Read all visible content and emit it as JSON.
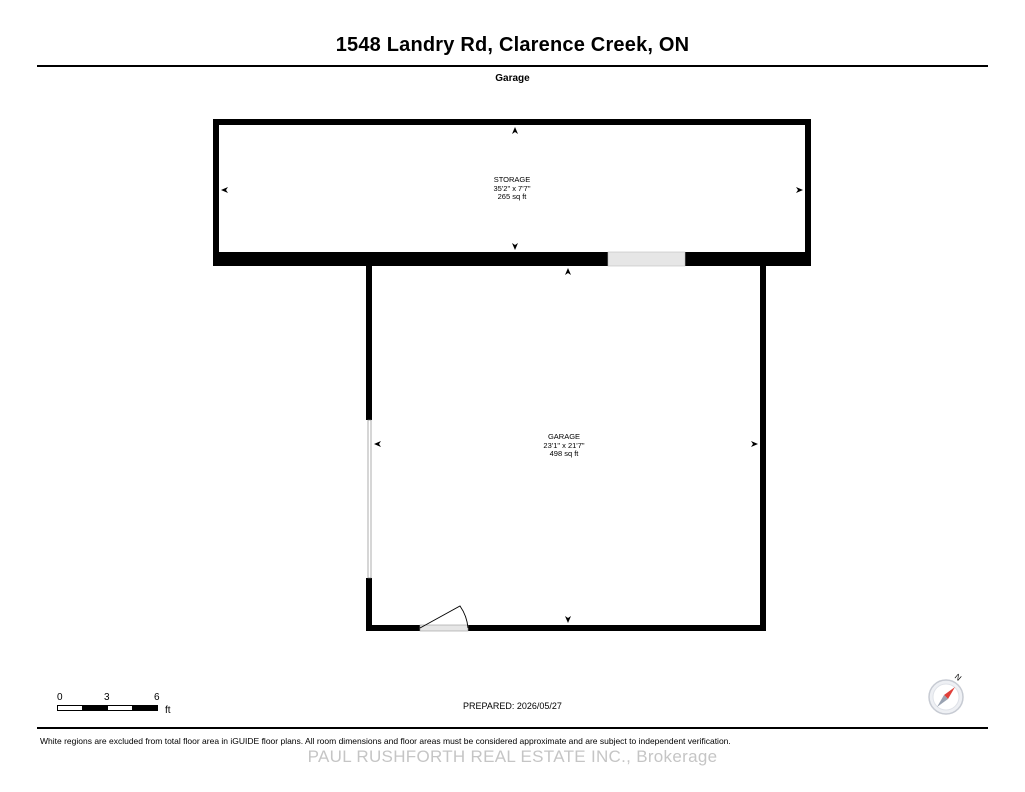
{
  "header": {
    "title": "1548 Landry Rd, Clarence Creek, ON",
    "floor_label": "Garage"
  },
  "rooms": [
    {
      "name": "STORAGE",
      "dimensions": "35'2\" x 7'7\"",
      "area": "265 sq ft"
    },
    {
      "name": "GARAGE",
      "dimensions": "23'1\" x 21'7\"",
      "area": "498 sq ft"
    }
  ],
  "scale": {
    "ticks": [
      "0",
      "3",
      "6"
    ],
    "unit": "ft"
  },
  "prepared": "PREPARED: 2026/05/27",
  "disclaimer": "White regions are excluded from total floor area in iGUIDE floor plans. All room dimensions and floor areas must be considered approximate and are subject to independent verification.",
  "brokerage": "PAUL RUSHFORTH REAL ESTATE INC., Brokerage",
  "compass": {
    "label": "N"
  },
  "colors": {
    "wall": "#000000",
    "opening": "#e6e6e6",
    "compass_arrow": "#e0403a"
  }
}
